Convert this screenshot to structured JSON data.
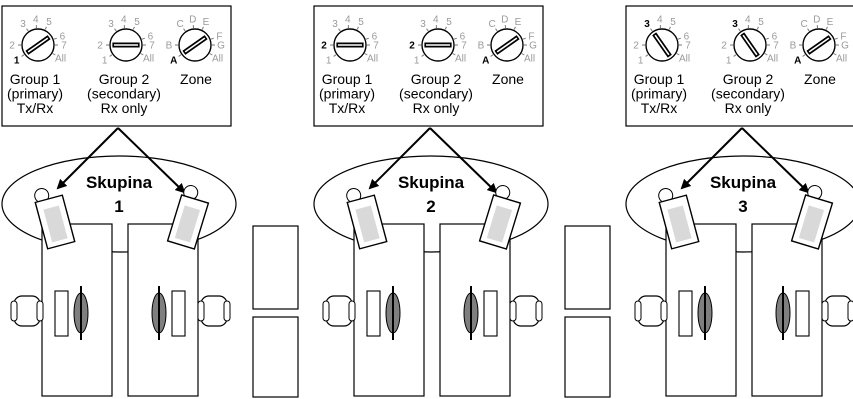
{
  "panels": [
    {
      "group_word": "Skupina",
      "group_number": "1",
      "dials": [
        {
          "label_lines": [
            "Group 1",
            "(primary)",
            "Tx/Rx"
          ],
          "marks": [
            "1",
            "2",
            "3",
            "4",
            "5",
            "6",
            "7",
            "All"
          ],
          "active_mark": "1"
        },
        {
          "label_lines": [
            "Group 2",
            "(secondary)",
            "Rx only"
          ],
          "marks": [
            "1",
            "2",
            "3",
            "4",
            "5",
            "6",
            "7",
            "All"
          ],
          "active_mark": ""
        },
        {
          "label_lines": [
            "Zone"
          ],
          "marks": [
            "A",
            "B",
            "C",
            "D",
            "E",
            "F",
            "G",
            "All"
          ],
          "active_mark": "A"
        }
      ]
    },
    {
      "group_word": "Skupina",
      "group_number": "2",
      "dials": [
        {
          "label_lines": [
            "Group 1",
            "(primary)",
            "Tx/Rx"
          ],
          "marks": [
            "1",
            "2",
            "3",
            "4",
            "5",
            "6",
            "7",
            "All"
          ],
          "active_mark": "2"
        },
        {
          "label_lines": [
            "Group 2",
            "(secondary)",
            "Rx only"
          ],
          "marks": [
            "1",
            "2",
            "3",
            "4",
            "5",
            "6",
            "7",
            "All"
          ],
          "active_mark": "2"
        },
        {
          "label_lines": [
            "Zone"
          ],
          "marks": [
            "A",
            "B",
            "C",
            "D",
            "E",
            "F",
            "G",
            "All"
          ],
          "active_mark": "A"
        }
      ]
    },
    {
      "group_word": "Skupina",
      "group_number": "3",
      "dials": [
        {
          "label_lines": [
            "Group 1",
            "(primary)",
            "Tx/Rx"
          ],
          "marks": [
            "1",
            "2",
            "3",
            "4",
            "5",
            "6",
            "7",
            "All"
          ],
          "active_mark": "3"
        },
        {
          "label_lines": [
            "Group 2",
            "(secondary)",
            "Rx only"
          ],
          "marks": [
            "1",
            "2",
            "3",
            "4",
            "5",
            "6",
            "7",
            "All"
          ],
          "active_mark": "3"
        },
        {
          "label_lines": [
            "Zone"
          ],
          "marks": [
            "A",
            "B",
            "C",
            "D",
            "E",
            "F",
            "G",
            "All"
          ],
          "active_mark": "A"
        }
      ]
    }
  ],
  "colors": {
    "line": "#000000",
    "inactive_mark": "#9a9a9a",
    "screen_fill": "#d9d9d9",
    "monitor_fill": "#7f7f7f"
  }
}
